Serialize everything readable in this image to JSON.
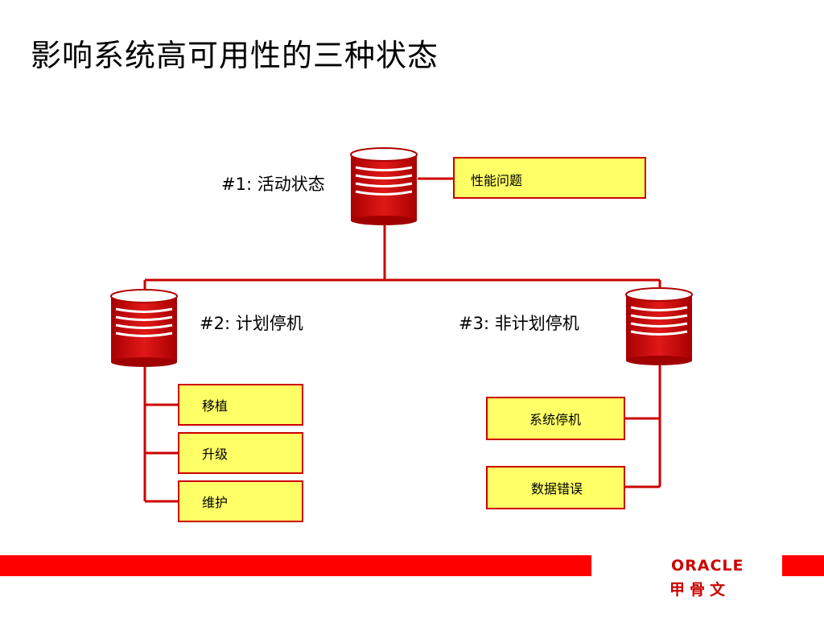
{
  "title": "影响系统高可用性的三种状态",
  "states": {
    "active": "#1: 活动状态",
    "planned": "#2: 计划停机",
    "unplanned": "#3: 非计划停机"
  },
  "issues": {
    "performance": "性能问题",
    "migration": "移植",
    "upgrade": "升级",
    "maintenance": "维护",
    "system_down": "系统停机",
    "data_error": "数据错误"
  },
  "logo": {
    "en": "ORACLE",
    "cn": "甲骨文"
  },
  "colors": {
    "accent": "#cc0000",
    "box_fill": "#ffff66",
    "footer_bar": "#ff0000"
  },
  "icons": [
    "database-icon"
  ]
}
